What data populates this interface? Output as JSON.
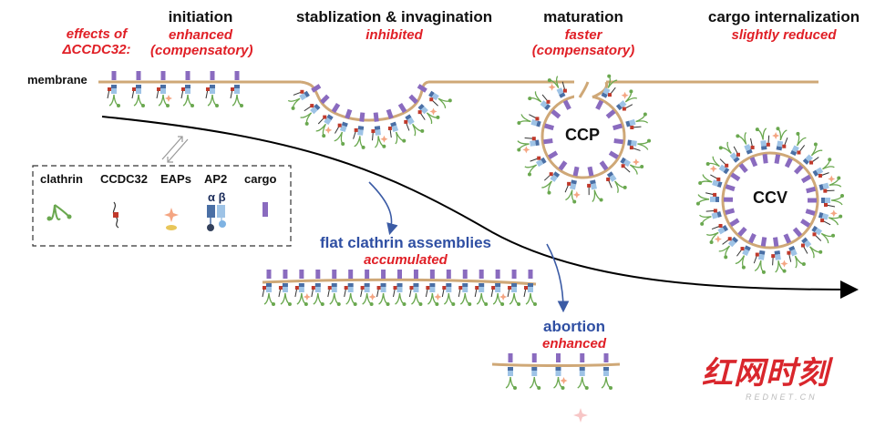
{
  "effects_label": "effects of",
  "effects_label2": "ΔCCDC32:",
  "membrane_label": "membrane",
  "stages": [
    {
      "title": "initiation",
      "effect": "enhanced",
      "effect2": "(compensatory)"
    },
    {
      "title": "stablization & invagination",
      "effect": "inhibited",
      "effect2": ""
    },
    {
      "title": "maturation",
      "effect": "faster",
      "effect2": "(compensatory)"
    },
    {
      "title": "cargo internalization",
      "effect": "slightly reduced",
      "effect2": ""
    }
  ],
  "legend": {
    "items": [
      "clathrin",
      "CCDC32",
      "EAPs",
      "AP2",
      "cargo"
    ],
    "ap2_subunits": "α β"
  },
  "structures": {
    "ccp": "CCP",
    "ccv": "CCV"
  },
  "branches": [
    {
      "title": "flat clathrin assemblies",
      "effect": "accumulated"
    },
    {
      "title": "abortion",
      "effect": "enhanced"
    }
  ],
  "watermark": {
    "main": "红网时刻",
    "sub": "REDNET.CN"
  },
  "colors": {
    "membrane": "#cfa877",
    "clathrin": "#6aa84f",
    "ap2_light": "#9ec3e6",
    "ap2_dark": "#4a6fa5",
    "cargo": "#8a6bbf",
    "ccdc32": "#c0392b",
    "eap": "#f4a582",
    "arrow_blue": "#3b5ba5",
    "effect_red": "#e01f26"
  }
}
